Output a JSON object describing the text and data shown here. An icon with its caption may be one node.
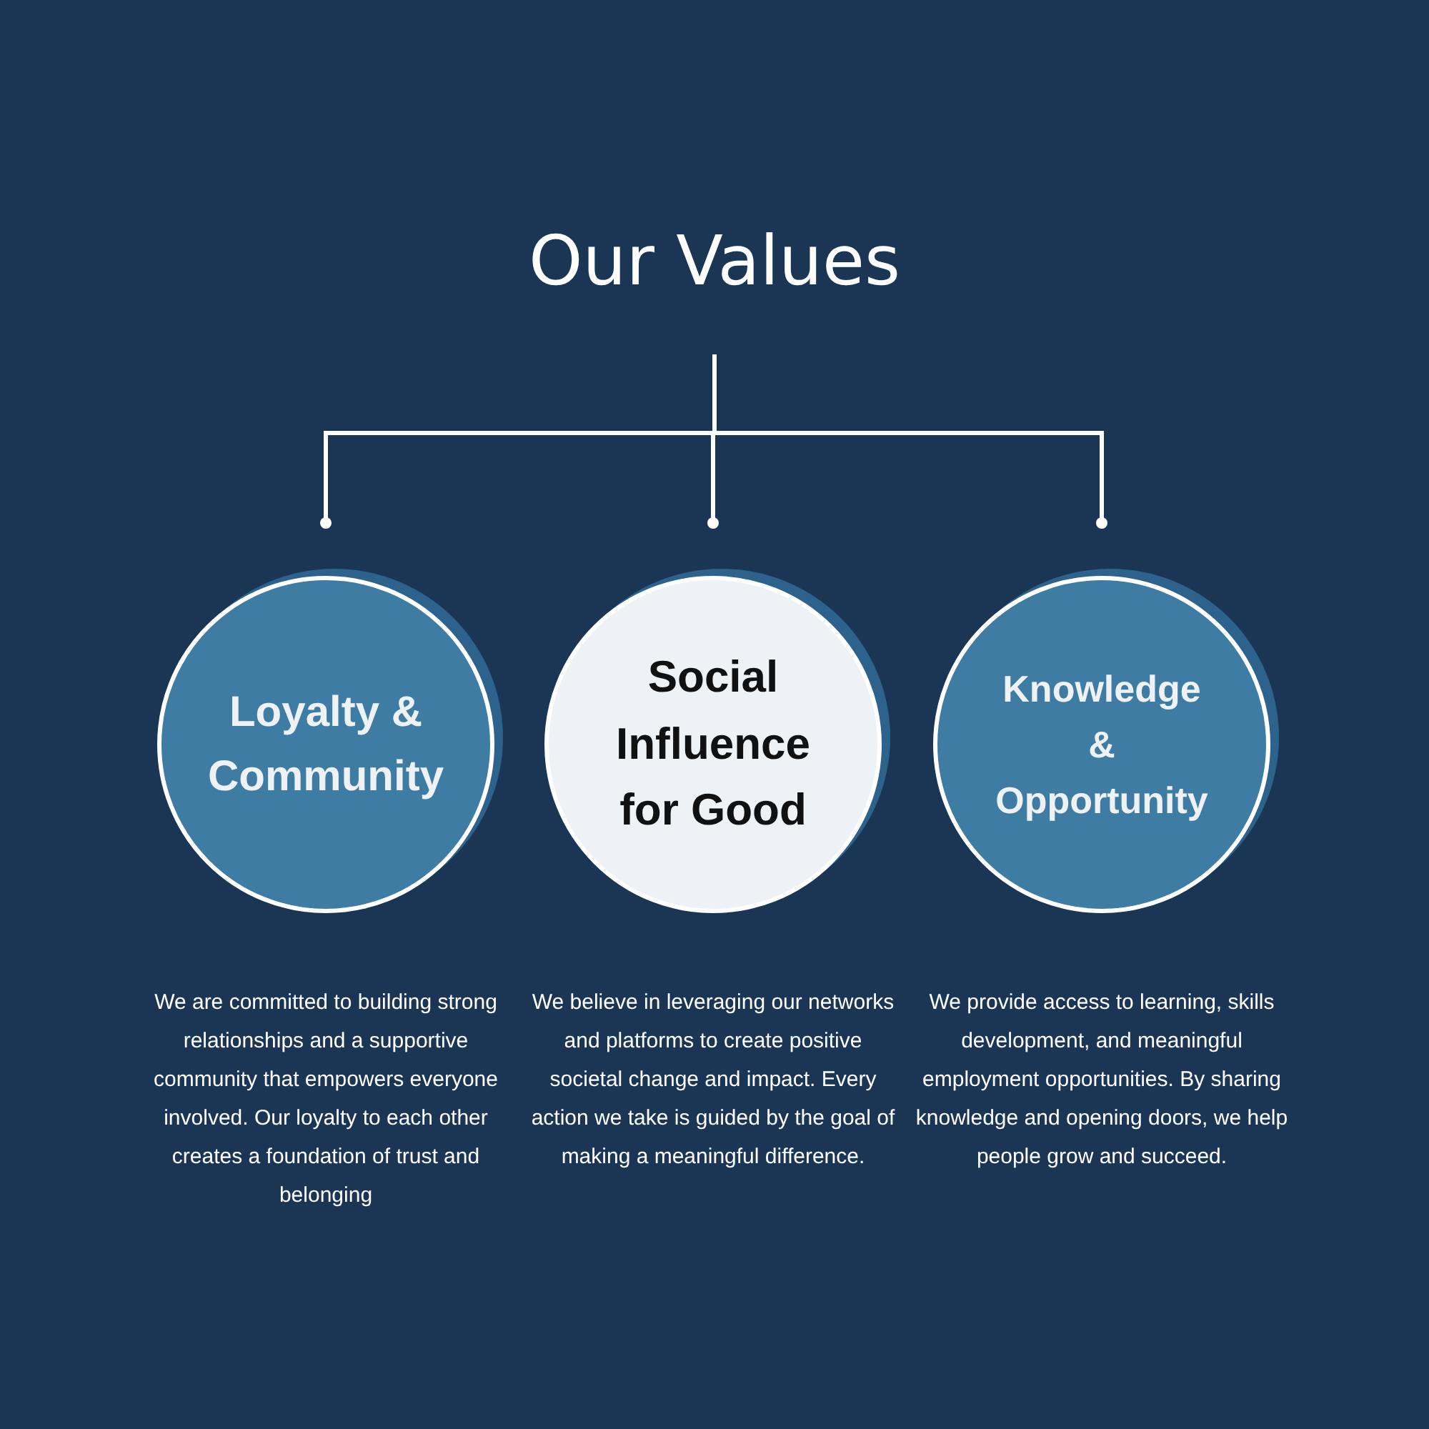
{
  "diagram": {
    "nodes": [
      {
        "text": [
          "Our Values"
        ]
      },
      {
        "text": [
          "Loyalty & Community"
        ],
        "beside": [
          "We are committed to building strong relationships and a supportive community that empowers everyone involved. Our loyalty to each other creates a foundation of trust and belonging"
        ]
      },
      {
        "text": [
          "Social Influence for Good"
        ],
        "beside": [
          "We believe in leveraging our networks and platforms to create positive societal change and impact. Every action we take is guided by the goal of making a meaningful difference."
        ]
      },
      {
        "text": [
          "Knowledge & Opportunity"
        ],
        "beside": [
          "We provide access to learning, skills development, and meaningful employment opportunities. By sharing knowledge and opening doors, we help people grow and succeed."
        ]
      }
    ],
    "edges": [
      {
        "from": 0,
        "to": 1,
        "arrow": "other"
      },
      {
        "from": 0,
        "to": 2,
        "arrow": "other"
      },
      {
        "from": 0,
        "to": 3,
        "arrow": "other"
      }
    ]
  }
}
